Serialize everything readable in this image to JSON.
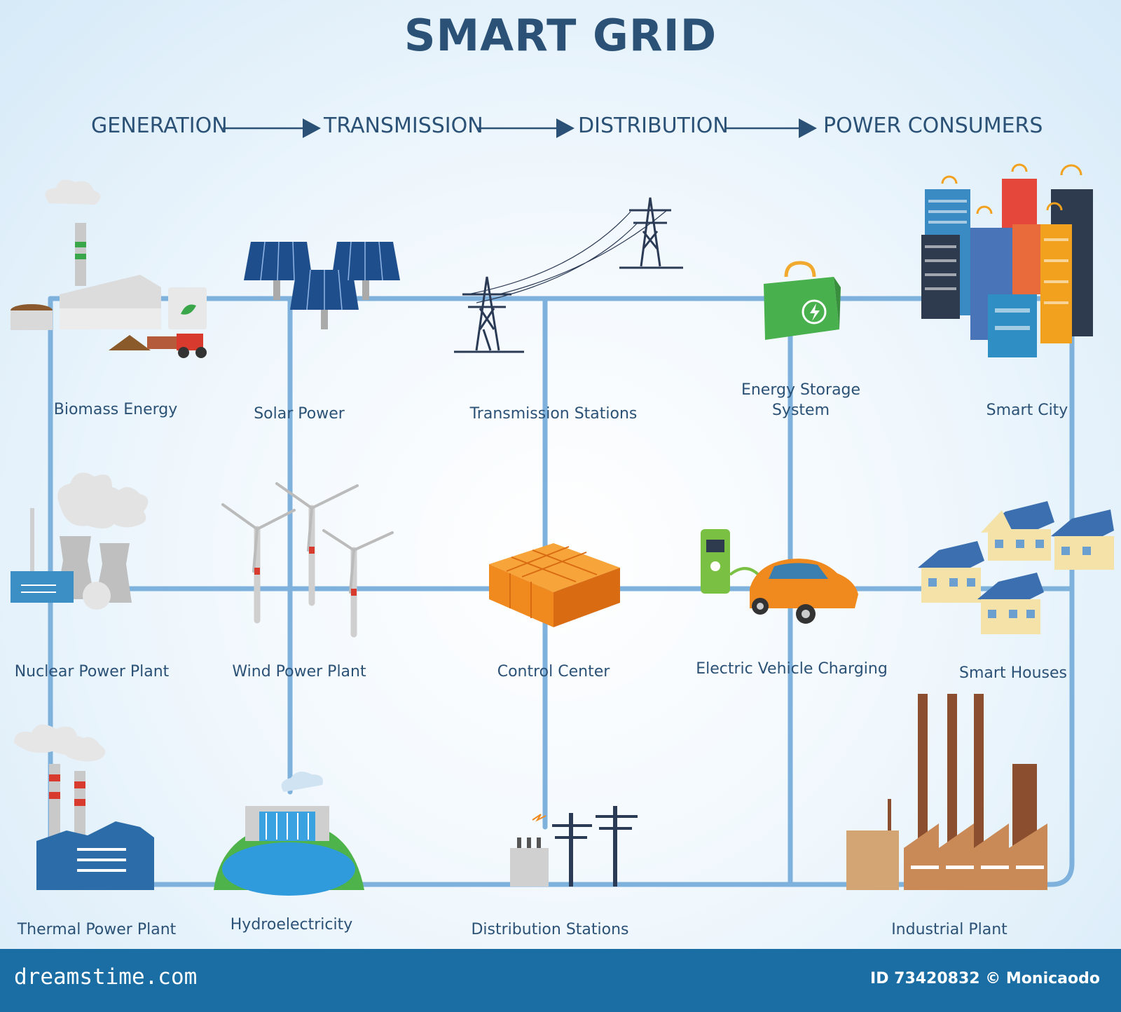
{
  "title": "SMART GRID",
  "stages": [
    "GENERATION",
    "TRANSMISSION",
    "DISTRIBUTION",
    "POWER CONSUMERS"
  ],
  "nodes": {
    "biomass": "Biomass Energy",
    "solar": "Solar Power",
    "transmission": "Transmission Stations",
    "storage": "Energy Storage System",
    "smart_city": "Smart City",
    "nuclear": "Nuclear Power Plant",
    "wind": "Wind Power Plant",
    "control": "Control Center",
    "ev": "Electric Vehicle Charging",
    "smart_houses": "Smart Houses",
    "thermal": "Thermal Power Plant",
    "hydro": "Hydroelectricity",
    "distribution": "Distribution Stations",
    "industrial": "Industrial Plant"
  },
  "footer": {
    "brand": "dreamstime.com",
    "credit": "ID 73420832 © Monicaodo"
  },
  "colors": {
    "title": "#2b5276",
    "grid_line": "#7fb1dd",
    "footer": "#1a6ea3"
  }
}
